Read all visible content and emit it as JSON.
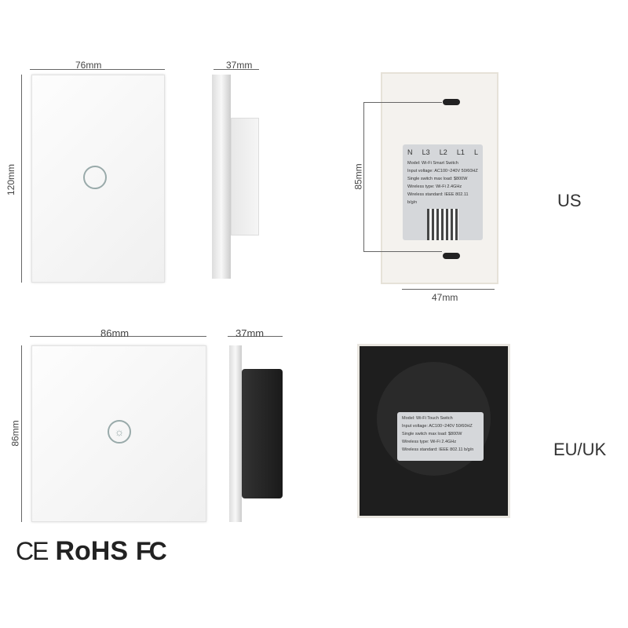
{
  "us": {
    "width_label": "76mm",
    "depth_label": "37mm",
    "height_label": "120mm",
    "back_height_label": "85mm",
    "back_width_label": "47mm",
    "region": "US",
    "terminals": [
      "N",
      "L3",
      "L2",
      "L1",
      "L"
    ],
    "spec": [
      "Model:  Wi-Fi Smart Switch",
      "Input voltage:  AC100~240V  50/60HZ",
      "Single switch max load:  $800W",
      "Wireless type:  Wi-Fi 2.4GHz",
      "Wireless standard:  IEEE 802.11 b/g/n"
    ]
  },
  "eu": {
    "width_label": "86mm",
    "depth_label": "37mm",
    "height_label": "86mm",
    "region": "EU/UK",
    "spec": [
      "Model:  Wi-Fi Touch Switch",
      "Input voltage:  AC100~240V  50/60HZ",
      "Single switch max load:  $800W",
      "Wireless type:  Wi-Fi 2.4GHz",
      "Wireless standard:  IEEE 802.11 b/g/n"
    ]
  },
  "certifications": [
    "CE",
    "RoHS",
    "FC"
  ]
}
